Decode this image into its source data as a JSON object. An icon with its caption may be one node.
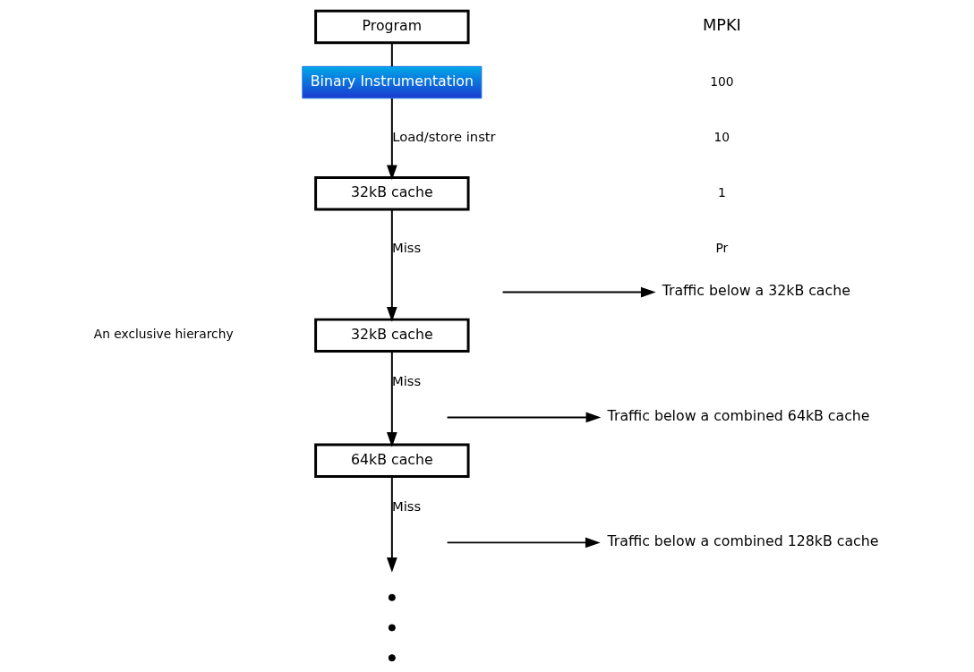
{
  "diagram": {
    "nodes": [
      {
        "text": [
          "Program"
        ]
      },
      {
        "text": [
          "Binary Instrumentation"
        ]
      },
      {
        "text": [
          "32kB cache"
        ]
      },
      {
        "text": [
          "32kB cache"
        ]
      },
      {
        "text": [
          "64kB cache"
        ]
      },
      {
        "text": [
          "Traffic below a 32kB cache"
        ]
      },
      {
        "text": [
          "Traffic below a combined 64kB cache"
        ]
      },
      {
        "text": [
          "Traffic below a combined 128kB cache"
        ]
      }
    ],
    "edges": [
      {
        "from": 0,
        "to": 1,
        "arrow": "none"
      },
      {
        "from": 1,
        "to": 2,
        "arrow": "to",
        "label": "Load/store instr"
      },
      {
        "from": 2,
        "to": 3,
        "arrow": "to",
        "label": "Miss"
      },
      {
        "from": null,
        "to": 5,
        "arrow": "to"
      },
      {
        "from": 3,
        "to": 4,
        "arrow": "to",
        "label": "Miss"
      },
      {
        "from": null,
        "to": 6,
        "arrow": "to"
      },
      {
        "from": 4,
        "to": null,
        "arrow": "to",
        "label": "Miss"
      },
      {
        "from": null,
        "to": 7,
        "arrow": "to"
      }
    ],
    "labels": [
      "An exclusive hierarchy",
      "MPKI",
      "100",
      "10",
      "1",
      "Pr"
    ]
  }
}
